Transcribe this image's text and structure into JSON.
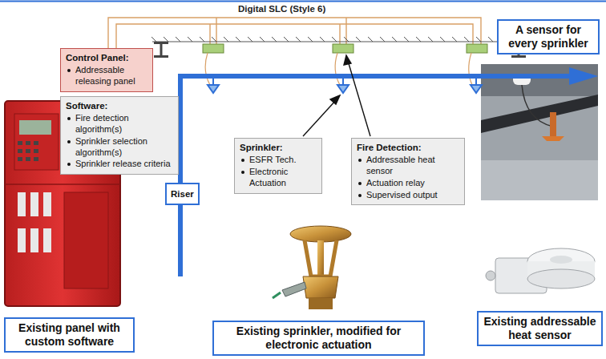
{
  "diagram": {
    "nodes": [
      {
        "text": [
          "Control Panel:",
          "Addressable releasing panel"
        ]
      },
      {
        "text": [
          "A sensor for every sprinkler"
        ]
      },
      {
        "text": [
          "Software:",
          "Fire detection algorithm(s)",
          "Sprinkler selection algorithm(s)",
          "Sprinkler release criteria"
        ]
      },
      {
        "text": [
          "Sprinkler:",
          "ESFR Tech.",
          "Electronic Actuation"
        ]
      },
      {
        "text": [
          "Fire Detection:",
          "Addressable heat sensor",
          "Actuation relay",
          "Supervised output"
        ]
      },
      {
        "text": [
          "Riser"
        ]
      },
      {
        "text": [
          "Existing panel with custom software"
        ]
      },
      {
        "text": [
          "Existing sprinkler, modified for electronic actuation"
        ]
      },
      {
        "text": [
          "Existing addressable heat sensor"
        ]
      }
    ],
    "labels": [
      "Digital SLC (Style 6)"
    ]
  }
}
